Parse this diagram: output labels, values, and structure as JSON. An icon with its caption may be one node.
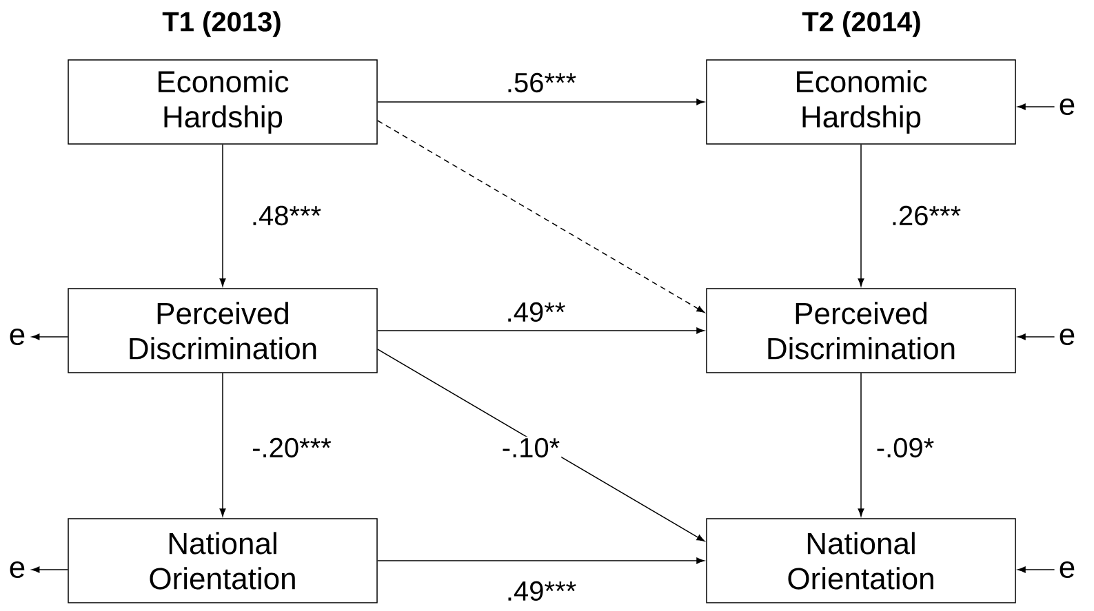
{
  "diagram": {
    "nodes": [
      {
        "text": [
          "Economic Hardship"
        ]
      },
      {
        "text": [
          "Economic Hardship"
        ]
      },
      {
        "text": [
          "e"
        ]
      },
      {
        "text": [
          "e"
        ]
      },
      {
        "text": [
          "Perceived Discrimination"
        ]
      },
      {
        "text": [
          "Perceived Discrimination"
        ]
      },
      {
        "text": [
          "e"
        ]
      },
      {
        "text": [
          "e"
        ]
      },
      {
        "text": [
          "National Orientation"
        ]
      },
      {
        "text": [
          "National Orientation"
        ]
      },
      {
        "text": [
          "e"
        ]
      }
    ],
    "edges": [
      {
        "from": 0,
        "to": 1,
        "arrow": "to",
        "label": ".56***"
      },
      {
        "from": 0,
        "to": 4,
        "arrow": "to",
        "label": ".48***"
      },
      {
        "from": 1,
        "to": 5,
        "arrow": "to",
        "label": ".26***"
      },
      {
        "from": 0,
        "to": 5,
        "arrow": "to",
        "style": "dashed"
      },
      {
        "from": 4,
        "to": 5,
        "arrow": "to",
        "label": ".49**"
      },
      {
        "from": 4,
        "to": 8,
        "arrow": "to",
        "label": "-.20***"
      },
      {
        "from": 4,
        "to": 9,
        "arrow": "to",
        "label": "-.10*"
      },
      {
        "from": 5,
        "to": 9,
        "arrow": "to",
        "label": "-.09*"
      },
      {
        "from": 8,
        "to": 9,
        "arrow": "to",
        "label": ".49***"
      },
      {
        "from": 4,
        "to": 3,
        "arrow": "to"
      },
      {
        "from": 8,
        "to": 7,
        "arrow": "to"
      },
      {
        "from": 2,
        "to": 1,
        "arrow": "to"
      },
      {
        "from": 6,
        "to": 5,
        "arrow": "to"
      },
      {
        "from": 10,
        "to": 9,
        "arrow": "to"
      }
    ],
    "labels": [
      "T1 (2013)",
      "T2 (2014)"
    ]
  }
}
